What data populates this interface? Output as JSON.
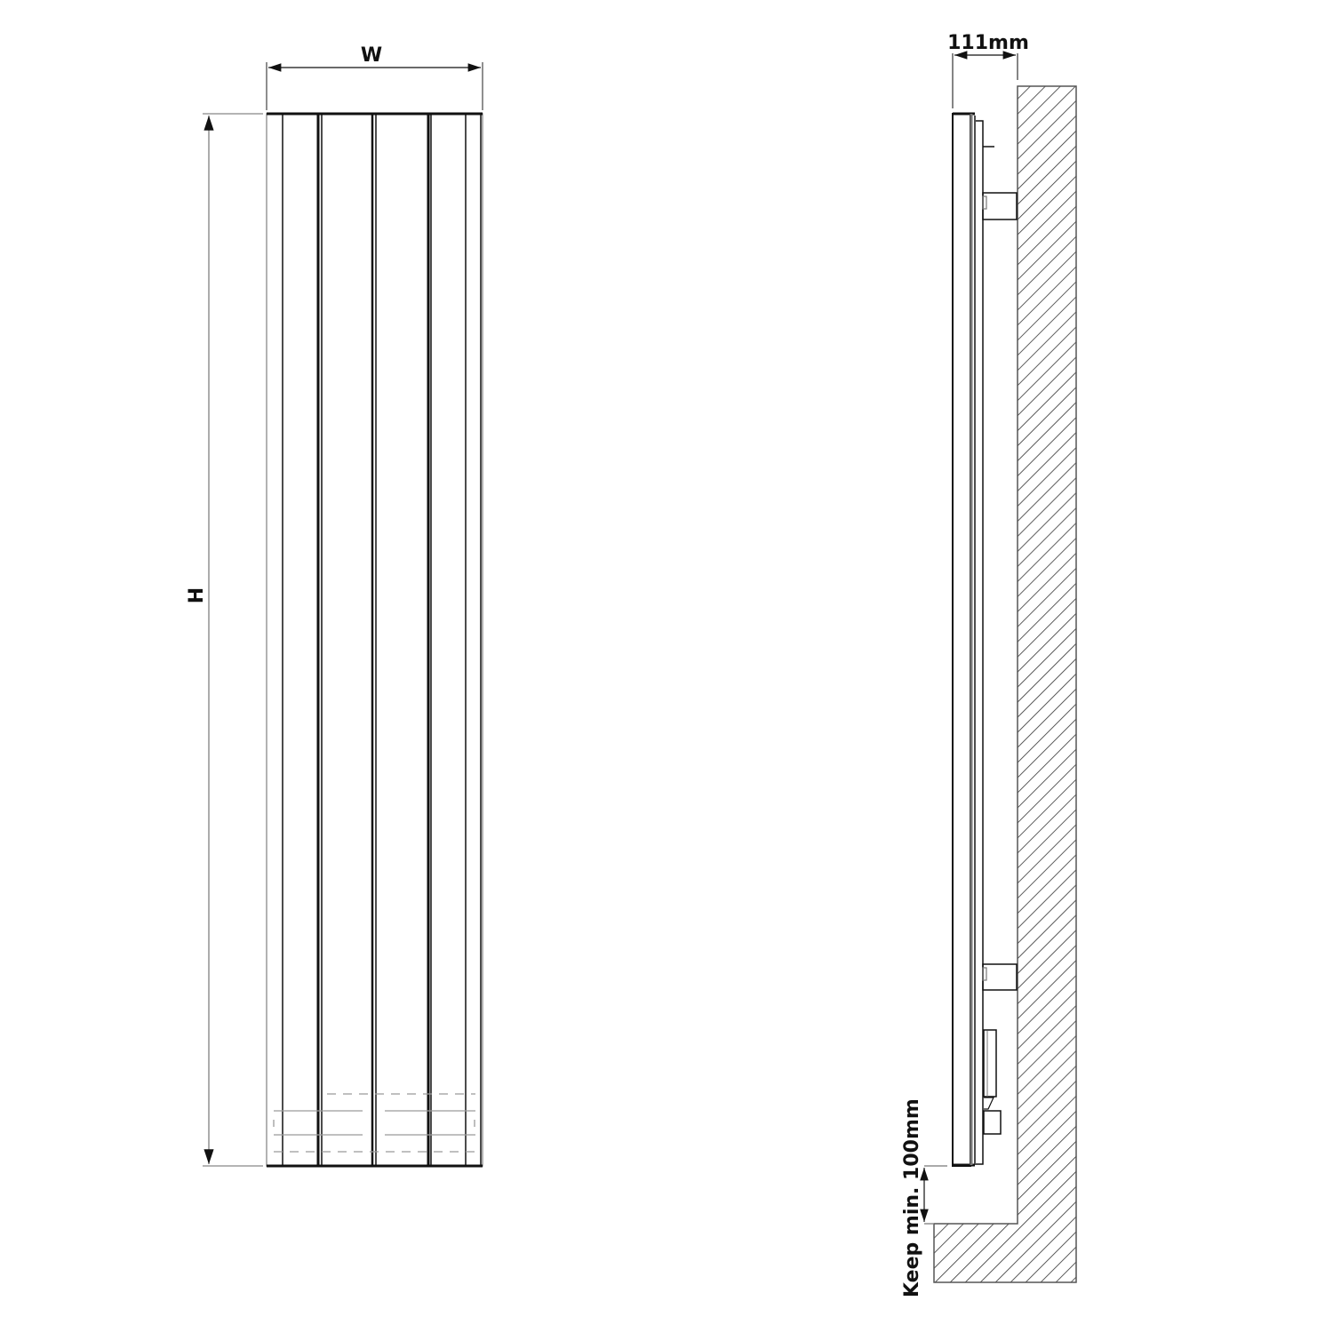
{
  "front_view": {
    "width_label": "W",
    "height_label": "H",
    "panel_count": 4
  },
  "side_view": {
    "depth_label": "111mm",
    "clearance_label": "Keep min. 100mm"
  },
  "colors": {
    "line": "#111111",
    "dim_line": "#8a8a8a",
    "hatch": "#333333",
    "dashed": "#9a9a9a"
  }
}
